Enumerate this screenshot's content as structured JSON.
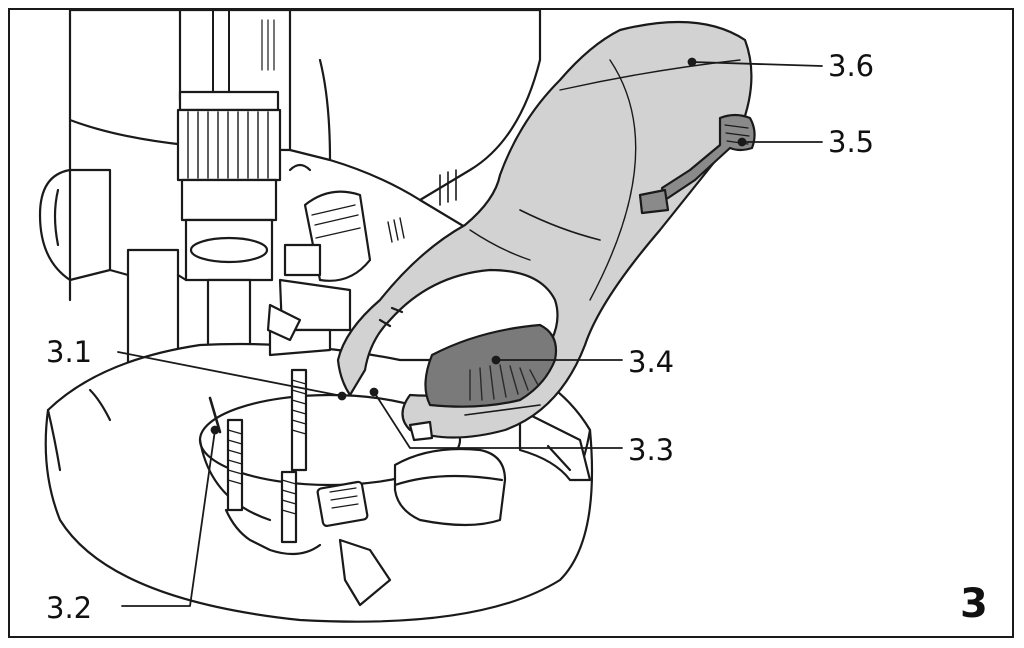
{
  "figure_number": "3",
  "callouts": {
    "c31": "3.1",
    "c32": "3.2",
    "c33": "3.3",
    "c34": "3.4",
    "c35": "3.5",
    "c36": "3.6"
  },
  "colors": {
    "ink": "#1a1a1a",
    "wrench_fill": "#d2d2d2",
    "grip_fill": "#7a7a7a",
    "dark_part": "#8a8a8a",
    "paper": "#ffffff"
  }
}
